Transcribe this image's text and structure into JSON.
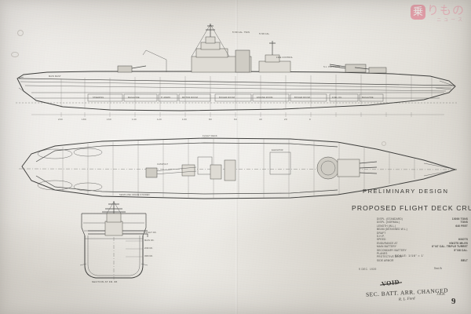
{
  "document": {
    "type": "naval-architectural-blueprint",
    "title_upper": "PRELIMINARY DESIGN",
    "title_main": "PROPOSED FLIGHT DECK CRUISER",
    "scale_note": "SCALE: 1/16\" = 1'",
    "date_stamp": "9 DEC. 1939",
    "signature_top": "Smith",
    "page_number": "9",
    "background_hex": "#e9e7e2",
    "ink_hex": "#4a4a48"
  },
  "specifications": [
    {
      "key": "DISPL. (STANDARD)",
      "value": "10000 TONS"
    },
    {
      "key": "DISPL. (NORMAL)",
      "value": "TONS"
    },
    {
      "key": "LENGTH (W.L.)",
      "value": "640 FEET"
    },
    {
      "key": "BEAM (DESIGNED W.L.)",
      "value": ""
    },
    {
      "key": "DRAFT",
      "value": ""
    },
    {
      "key": "S.H.P.",
      "value": ""
    },
    {
      "key": "SPEED",
      "value": "KNOTS"
    },
    {
      "key": "ENDURANCE AT",
      "value": "KNOTS   MILES"
    },
    {
      "key": "MAIN BATTERY",
      "value": "6\"/47 CAL. TRIPLE TURRET"
    },
    {
      "key": "SECONDARY BATTERY",
      "value": "5\"/38 CAL."
    },
    {
      "key": "PLANES",
      "value": ""
    },
    {
      "key": "PROTECTIVE DECK",
      "value": ""
    },
    {
      "key": "SIDE ARMOR",
      "value": "BELT"
    }
  ],
  "annotations": {
    "void": "VOID",
    "changed": "SEC. BATT. ARR. CHANGED",
    "signature": "R. L. Ford",
    "initials": "J.B.H."
  },
  "views": {
    "profile": {
      "name": "outboard-profile-view",
      "compartment_labels": [
        "STEERING",
        "MAGAZINE",
        "6\" AMMO.",
        "MOTOR ROOM",
        "BOILER ROOM",
        "ENGINE ROOM",
        "BOILER ROOM",
        "FUEL OIL",
        "MAGAZINE",
        "STORES"
      ],
      "upper_labels": [
        "5\"/38 CAL. TWIN",
        "5\"/38 CAL.",
        "FIRE CONTROL",
        "S.L. PLATFORM",
        "MAIN MAST"
      ],
      "station_numbers": [
        "200",
        "180",
        "160",
        "140",
        "120",
        "100",
        "80",
        "60",
        "40",
        "20",
        "0"
      ]
    },
    "plan": {
      "name": "flight-deck-plan-view",
      "labels": [
        "SEAPLANE CRANE STOWED",
        "FLIGHT DECK",
        "CATAPULT",
        "ELEVATOR"
      ]
    },
    "section": {
      "name": "midship-section-view",
      "caption": "SECTION AT FR. 88",
      "deck_labels": [
        "FLIGHT DK.",
        "MAIN DK.",
        "2ND DK.",
        "3RD DK."
      ]
    }
  },
  "watermark": {
    "badge_char": "乗",
    "main_text": "りもの",
    "sub_text": "ニュース",
    "badge_color": "#e8637e",
    "text_color": "#ef8fa4"
  }
}
